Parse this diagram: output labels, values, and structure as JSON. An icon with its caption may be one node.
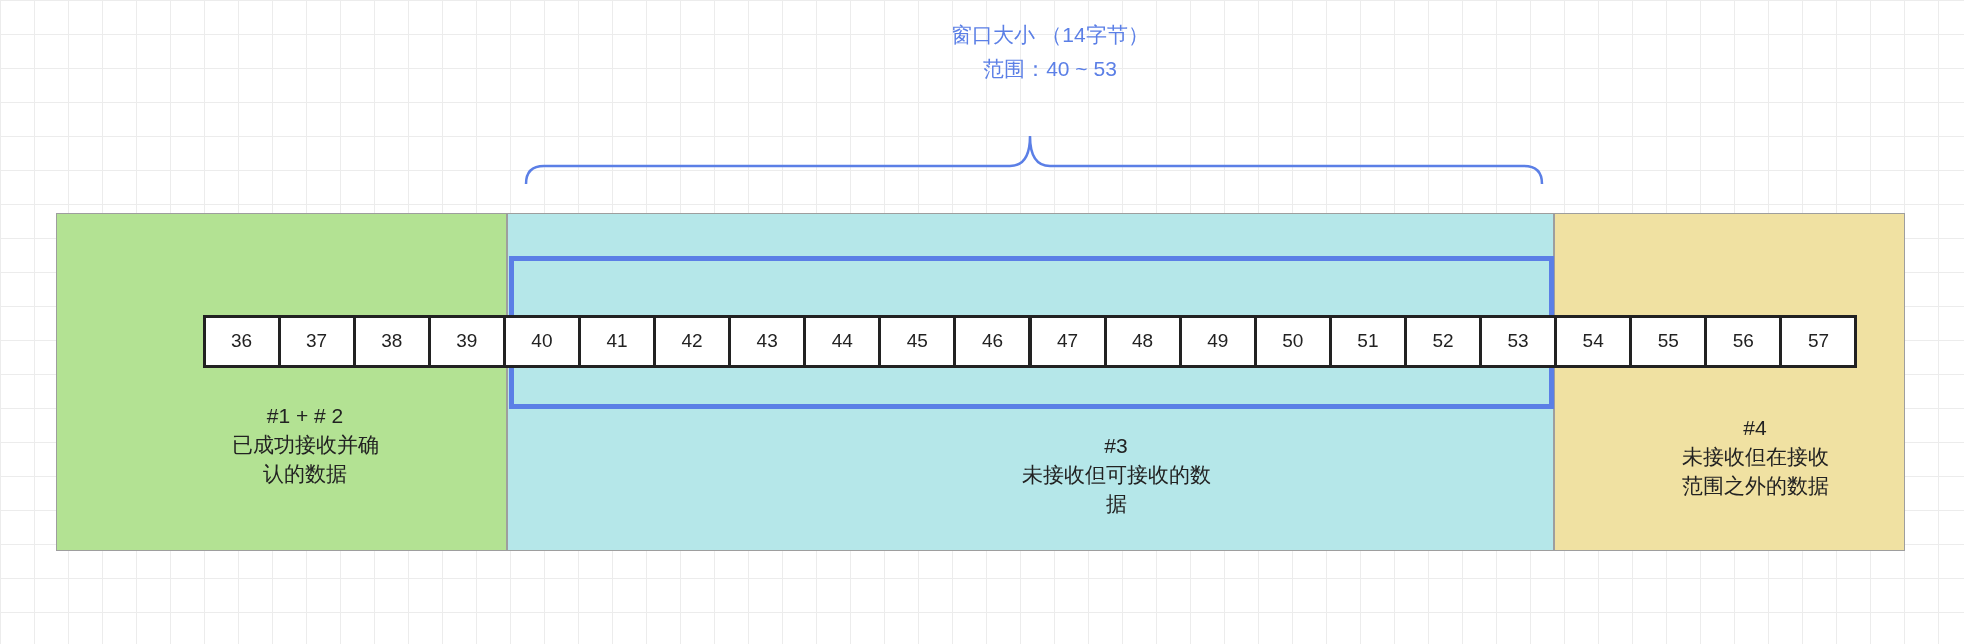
{
  "diagram": {
    "nodes": [
      {
        "text": [
          "#1 + # 2",
          "已成功接收并确认的数据"
        ]
      },
      {
        "text": [
          "36"
        ],
        "in": 0
      },
      {
        "text": [
          "37"
        ],
        "in": 0
      },
      {
        "text": [
          "38"
        ],
        "in": 0
      },
      {
        "text": [
          "39"
        ],
        "in": 0
      },
      {
        "text": [
          "#3",
          "未接收但可接收的数据"
        ]
      },
      {
        "text": [],
        "shape": "box",
        "in": 5
      },
      {
        "text": [
          "40"
        ],
        "in": 6
      },
      {
        "text": [
          "41"
        ],
        "in": 6
      },
      {
        "text": [
          "42"
        ],
        "in": 6
      },
      {
        "text": [
          "43"
        ],
        "in": 6
      },
      {
        "text": [
          "44"
        ],
        "in": 6
      },
      {
        "text": [
          "45"
        ],
        "in": 6
      },
      {
        "text": [
          "46"
        ],
        "in": 6
      },
      {
        "text": [
          "47"
        ],
        "in": 6
      },
      {
        "text": [
          "48"
        ],
        "in": 6
      },
      {
        "text": [
          "49"
        ],
        "in": 6
      },
      {
        "text": [
          "50"
        ],
        "in": 6
      },
      {
        "text": [
          "51"
        ],
        "in": 6
      },
      {
        "text": [
          "52"
        ],
        "in": 6
      },
      {
        "text": [
          "53"
        ],
        "in": 6
      },
      {
        "text": [
          "#4",
          "未接收但在接收范围之外的数据"
        ]
      },
      {
        "text": [
          "54"
        ],
        "in": 21
      },
      {
        "text": [
          "55"
        ],
        "in": 21
      },
      {
        "text": [
          "56"
        ],
        "in": 21
      },
      {
        "text": [
          "57"
        ],
        "in": 21
      }
    ],
    "labels": [
      "窗口大小 （14字节）",
      "范围：40 ~ 53"
    ]
  }
}
